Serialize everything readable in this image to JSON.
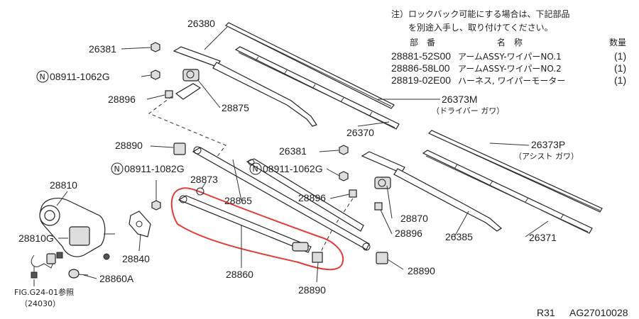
{
  "note": {
    "line1": "注）ロックバック可能にする場合は、下記部品",
    "line2": "を別途入手し、取り付けてください。",
    "headers": {
      "part_no": "部　番",
      "name": "名　称",
      "qty": "数量"
    },
    "rows": [
      {
        "part_no": "28881-52S00",
        "name": "アームASSY-ワイパーNO.1",
        "qty": "(1)"
      },
      {
        "part_no": "28886-58L00",
        "name": "アームASSY-ワイパーNO.2",
        "qty": "(1)"
      },
      {
        "part_no": "28819-02E00",
        "name": "ハーネス, ワイパーモーター",
        "qty": "(1)"
      }
    ]
  },
  "labels": {
    "p26380": "26380",
    "p26381a": "26381",
    "p08911_1062g_a": "08911-1062G",
    "p28896a": "28896",
    "p28875": "28875",
    "p26373m": "26373M",
    "p26373m_sub": "（ドライバー ガワ）",
    "p26370": "26370",
    "p26373p": "26373P",
    "p26373p_sub": "（アシスト ガワ）",
    "p26381b": "26381",
    "p08911_1062g_b": "08911-1062G",
    "p28896b": "28896",
    "p28870": "28870",
    "p28896c": "28896",
    "p26385": "26385",
    "p26371": "26371",
    "p28890a": "28890",
    "p08911_1082g": "08911-1082G",
    "p28873": "28873",
    "p28865": "28865",
    "p28810": "28810",
    "p28840": "28840",
    "p28860": "28860",
    "p28890b": "28890",
    "p28890c": "28890",
    "p28810g": "28810G",
    "p28860a": "28860A",
    "fig_ref": "FIG.G24-01参照",
    "fig_ref_sub": "（24030）",
    "n_symbol": "N"
  },
  "footer": {
    "page_code": "R31",
    "ref_code": "AG27010028"
  },
  "colors": {
    "highlight": "#e53935",
    "ink": "#222222"
  }
}
